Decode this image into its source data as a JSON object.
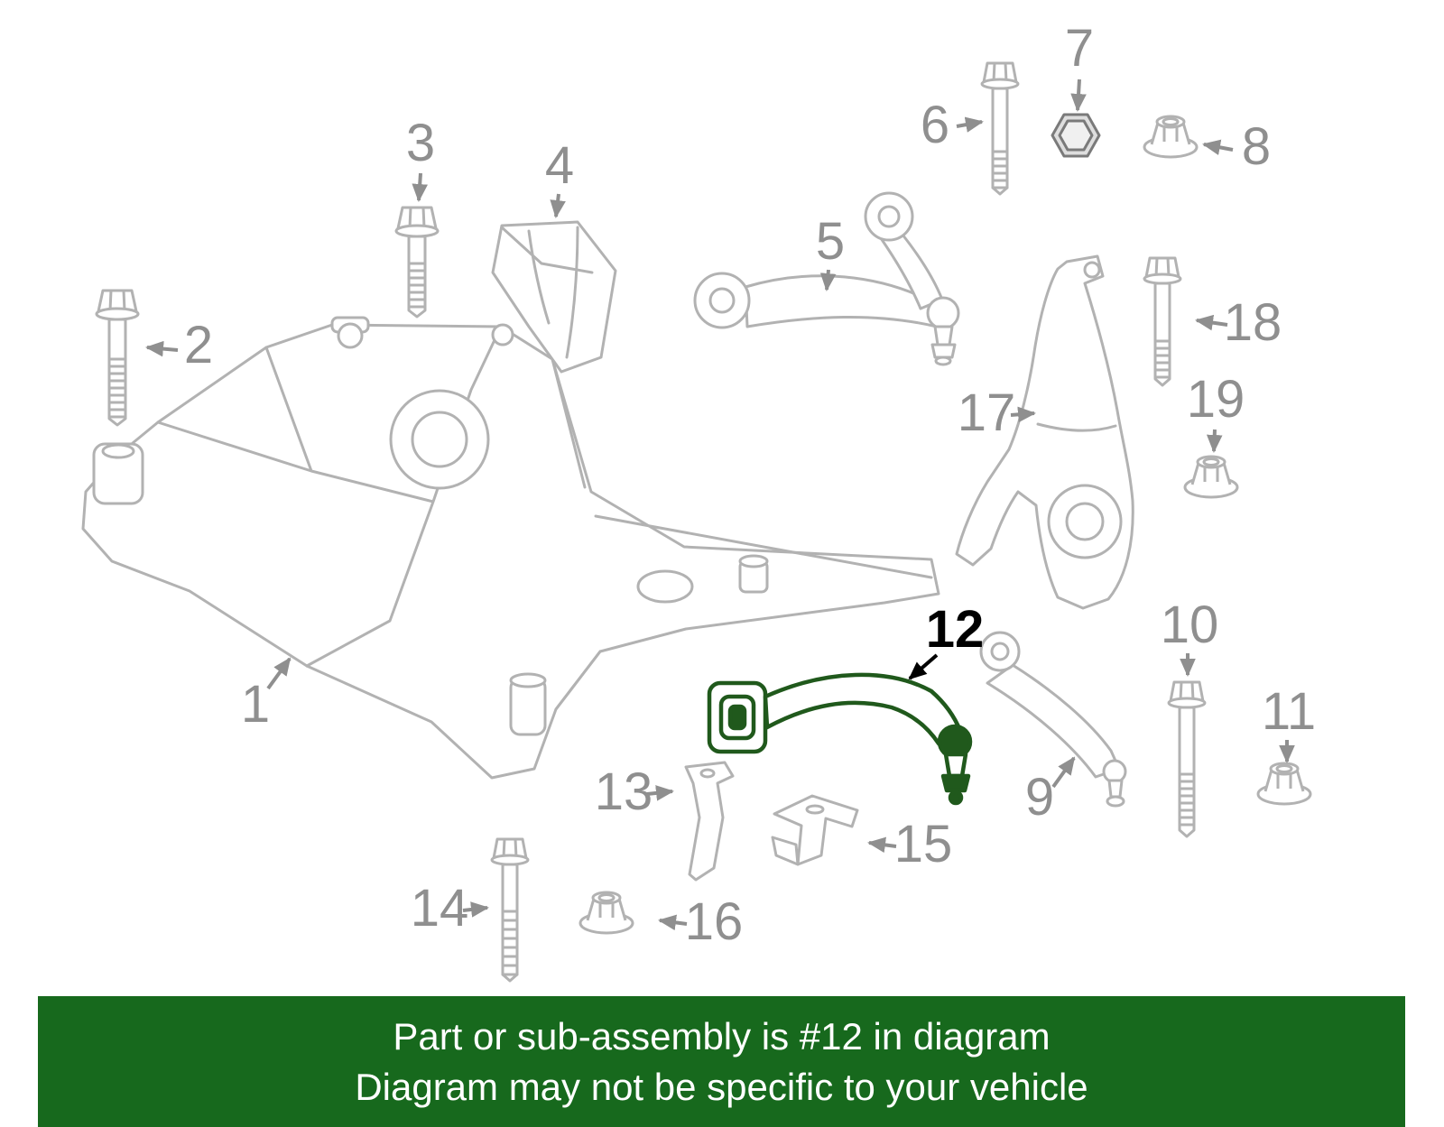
{
  "colors": {
    "banner_green": "#17691d",
    "highlight_green": "#20591c",
    "line_gray": "#b2b2b2",
    "label_gray": "#8f8f8f",
    "label_black": "#000000"
  },
  "banner": {
    "line1": "Part or sub-assembly is #12 in diagram",
    "line2": "Diagram may not be specific to your vehicle"
  },
  "diagram": {
    "highlighted_part_number": "12",
    "parts": [
      {
        "number": "1"
      },
      {
        "number": "2"
      },
      {
        "number": "3"
      },
      {
        "number": "4"
      },
      {
        "number": "5"
      },
      {
        "number": "6"
      },
      {
        "number": "7"
      },
      {
        "number": "8"
      },
      {
        "number": "9"
      },
      {
        "number": "10"
      },
      {
        "number": "11"
      },
      {
        "number": "12"
      },
      {
        "number": "13"
      },
      {
        "number": "14"
      },
      {
        "number": "15"
      },
      {
        "number": "16"
      },
      {
        "number": "17"
      },
      {
        "number": "18"
      },
      {
        "number": "19"
      }
    ]
  }
}
